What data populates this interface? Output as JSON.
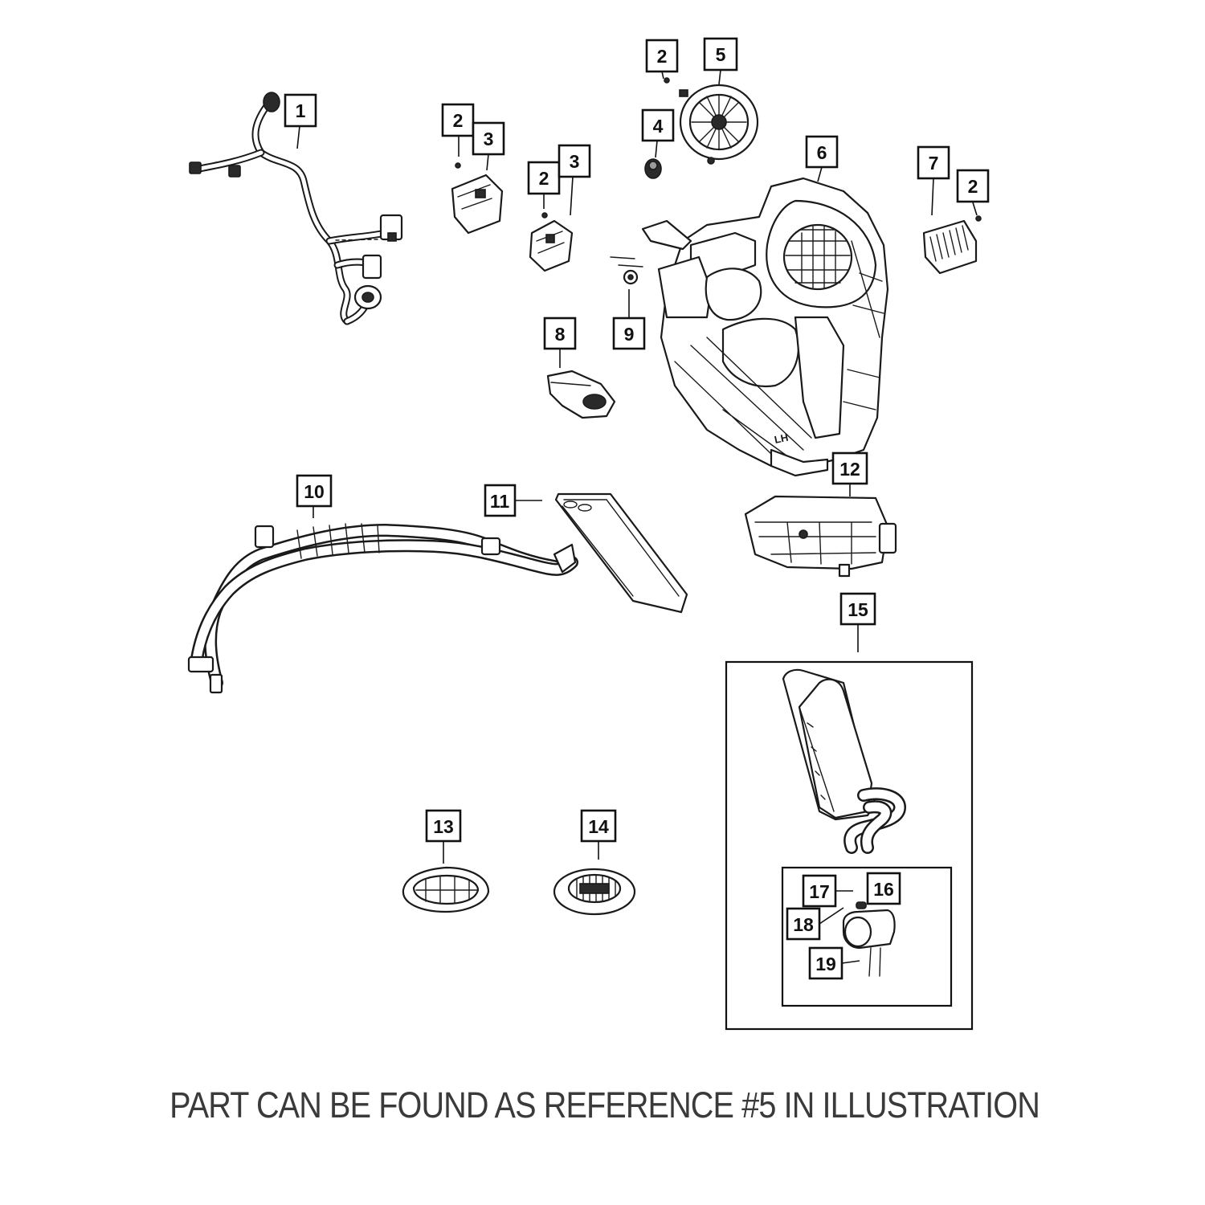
{
  "callouts": {
    "c1": "1",
    "c2a": "2",
    "c3a": "3",
    "c2b": "2",
    "c3b": "3",
    "c2c": "2",
    "c5": "5",
    "c4": "4",
    "c6": "6",
    "c7": "7",
    "c2d": "2",
    "c8": "8",
    "c9": "9",
    "c10": "10",
    "c11": "11",
    "c12": "12",
    "c13": "13",
    "c14": "14",
    "c15": "15",
    "c16": "16",
    "c17": "17",
    "c18": "18",
    "c19": "19"
  },
  "housing_marking": "LH",
  "caption": "PART CAN BE FOUND AS REFERENCE #5 IN ILLUSTRATION"
}
